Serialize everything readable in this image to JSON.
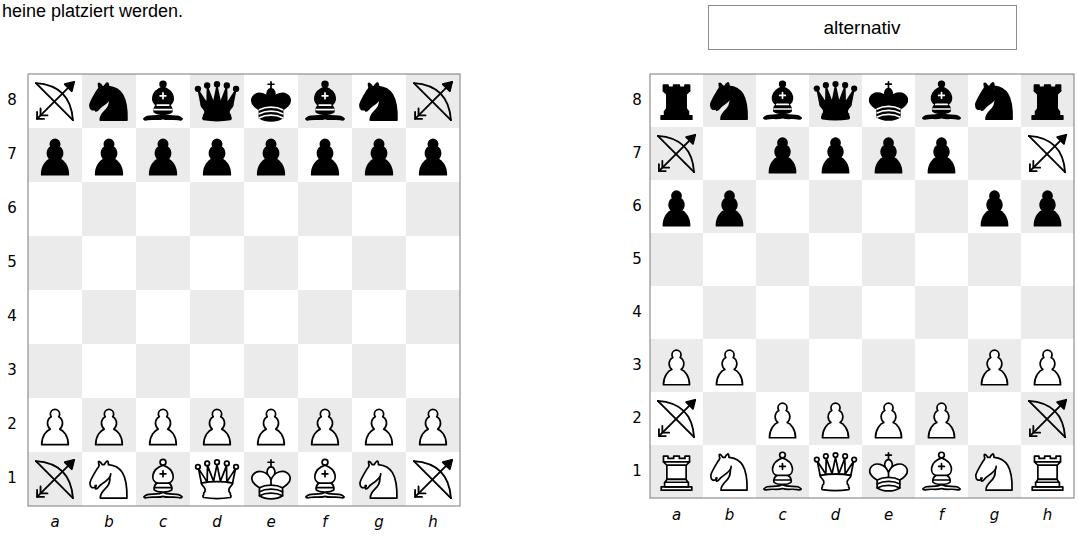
{
  "diagram": {
    "nodes": [
      {
        "text": [
          "alternativ"
        ]
      }
    ],
    "labels": [
      "heine platziert werden.",
      "8",
      "7",
      "6",
      "5",
      "4",
      "3",
      "2",
      "1",
      "a",
      "b",
      "c",
      "d",
      "e",
      "f",
      "g",
      "h",
      "8",
      "7",
      "6",
      "5",
      "4",
      "3",
      "2",
      "1",
      "a",
      "b",
      "c",
      "d",
      "e",
      "f",
      "g",
      "h"
    ]
  }
}
